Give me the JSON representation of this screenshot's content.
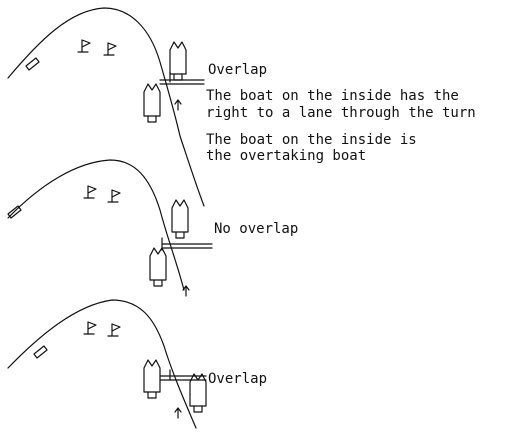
{
  "panels": [
    {
      "label": "Overlap",
      "notes": [
        "The boat on the inside has the",
        "right to a lane through the turn",
        "The boat on the inside is",
        "the overtaking boat"
      ]
    },
    {
      "label": "No overlap"
    },
    {
      "label": "Overlap"
    }
  ],
  "icons": [
    "mark-flag",
    "boat",
    "direction-arrow"
  ],
  "colors": {
    "ink": "#111111",
    "paper": "#ffffff"
  }
}
